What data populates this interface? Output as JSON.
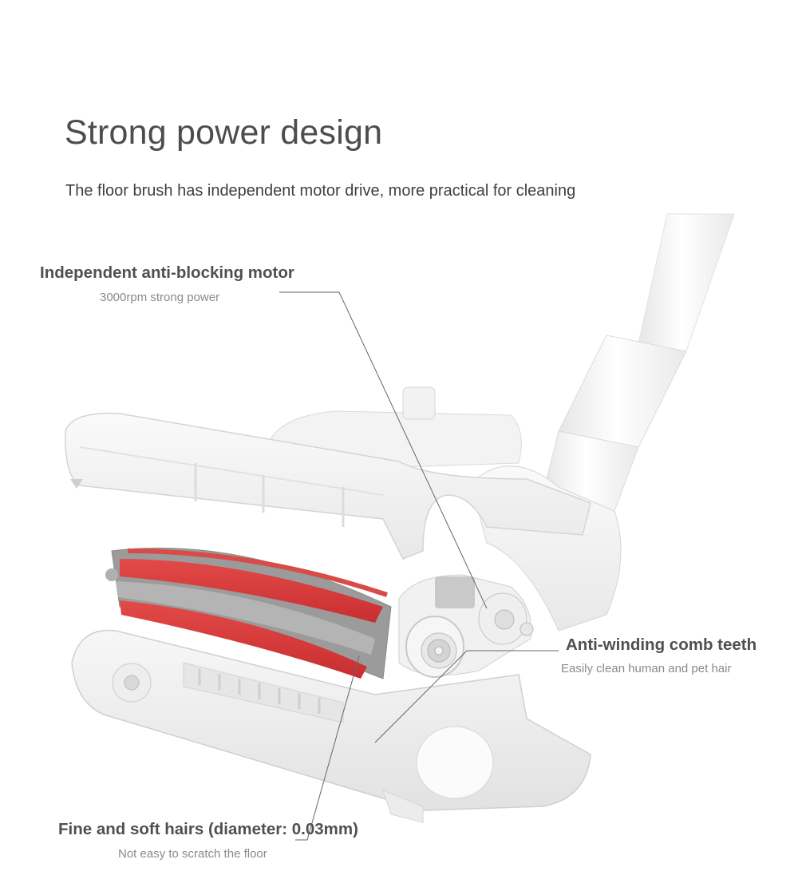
{
  "header": {
    "title": "Strong power design",
    "subtitle": "The floor brush has independent motor drive, more practical for cleaning"
  },
  "callouts": [
    {
      "title": "Independent anti-blocking motor",
      "description": "3000rpm strong power"
    },
    {
      "title": "Anti-winding comb teeth",
      "description": "Easily clean human and pet hair"
    },
    {
      "title": "Fine and soft hairs (diameter: 0.03mm)",
      "description": "Not easy to scratch the floor"
    }
  ],
  "colors": {
    "title": "#4d4d4d",
    "callout_title": "#505050",
    "callout_desc": "#8a8a8a",
    "brush_red": "#d9383a",
    "brush_gray": "#9a9a9a",
    "housing": "#f4f4f4"
  }
}
